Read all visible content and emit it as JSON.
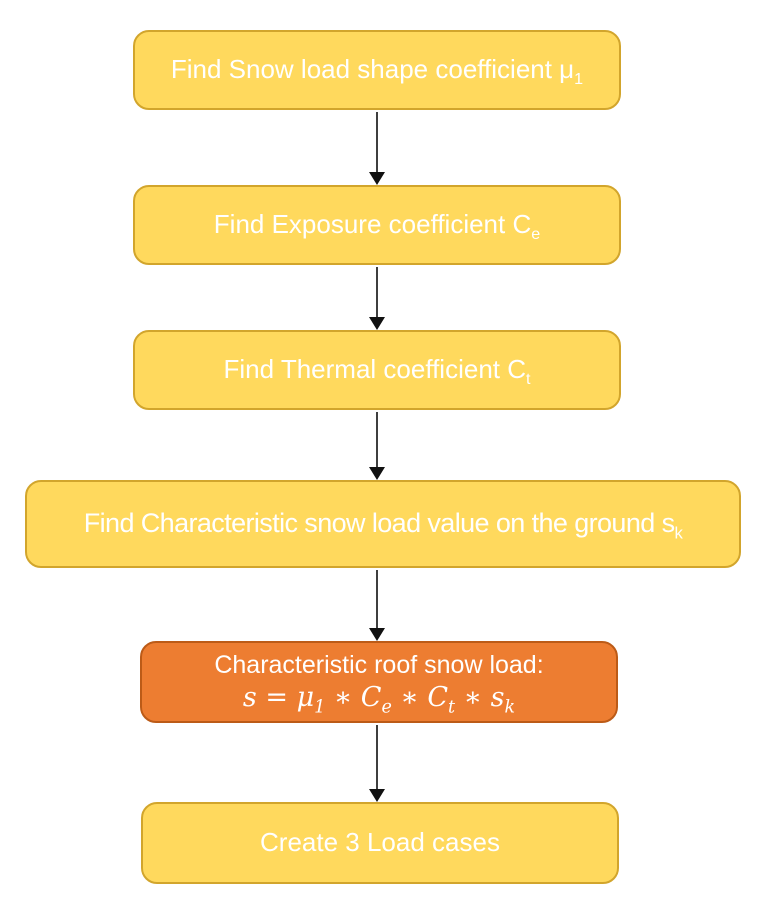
{
  "colors": {
    "background": "#FFFFFF",
    "yellow-fill": "#FFD95D",
    "yellow-border": "#D2A52C",
    "orange-fill": "#ED7D31",
    "orange-border": "#BC5B17",
    "arrow-stem": "#3F3F3F",
    "arrow-head": "#111111",
    "text": "#FFFFFF"
  },
  "nodes": {
    "n1": {
      "text": "Find Snow load shape coefficient μ",
      "sub": "1"
    },
    "n2": {
      "text": "Find Exposure coefficient C",
      "sub": "e"
    },
    "n3": {
      "text": "Find Thermal coefficient C",
      "sub": "t"
    },
    "n4": {
      "text": "Find Characteristic snow load value on the ground s",
      "sub": "k"
    },
    "n5": {
      "line1": "Characteristic roof snow load:",
      "formula": {
        "p1": "s = μ",
        "s1": "1",
        "p2": " ∗ C",
        "s2": "e",
        "p3": " ∗ C",
        "s3": "t",
        "p4": " ∗ s",
        "s4": "k"
      }
    },
    "n6": {
      "text": "Create 3 Load cases",
      "sub": ""
    }
  }
}
